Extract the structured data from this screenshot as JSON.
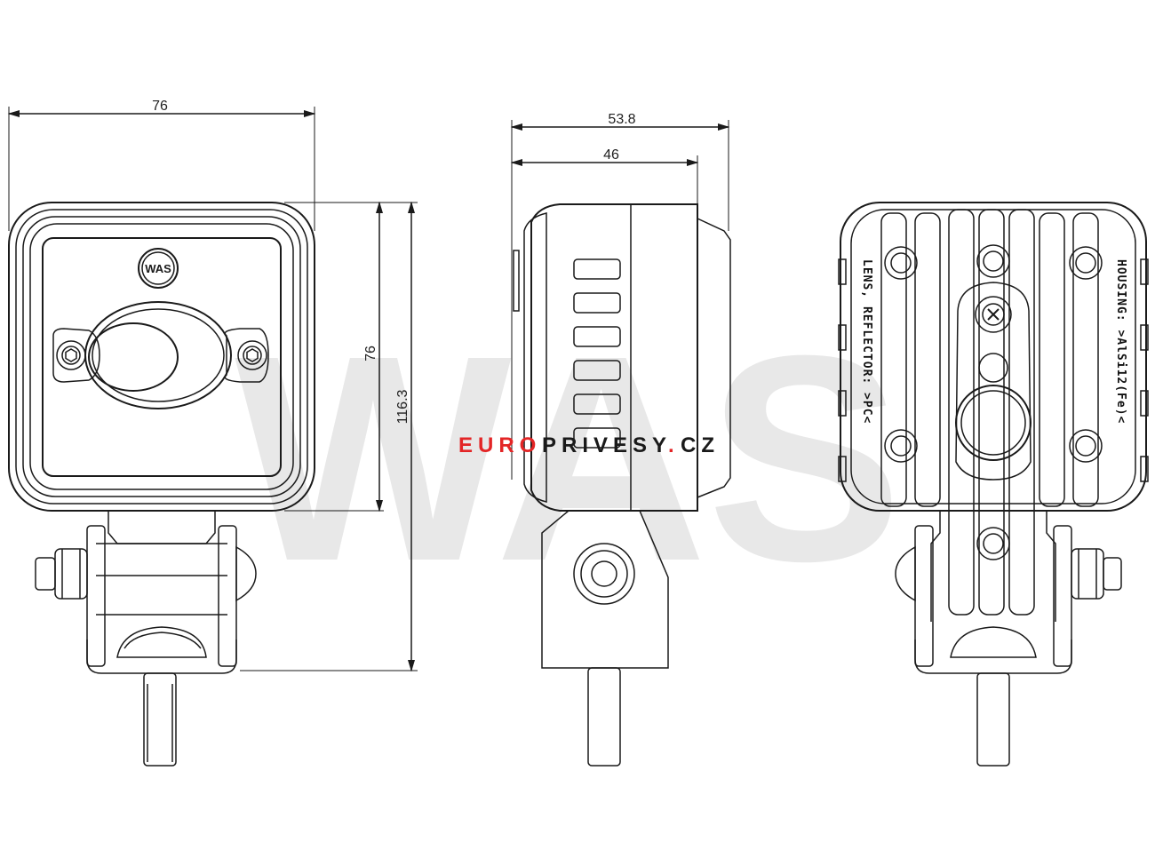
{
  "dimensions": {
    "front_width": "76",
    "front_height_housing": "76",
    "front_height_total": "116.3",
    "side_depth_total": "53.8",
    "side_depth_housing": "46"
  },
  "back_labels": {
    "left": "LENS, REFLECTOR: >PC<",
    "right": "HOUSING: >AlSi12(Fe)<"
  },
  "logo": {
    "text": "WAS"
  },
  "watermark": {
    "text": "WAS",
    "brand_red": "EURO",
    "brand_black": "PRIVESY",
    "brand_dot": ".",
    "brand_suffix": "CZ"
  },
  "colors": {
    "brand_red": "#e32526",
    "line": "#1a1a1a",
    "watermark": "#e6e6e6"
  }
}
